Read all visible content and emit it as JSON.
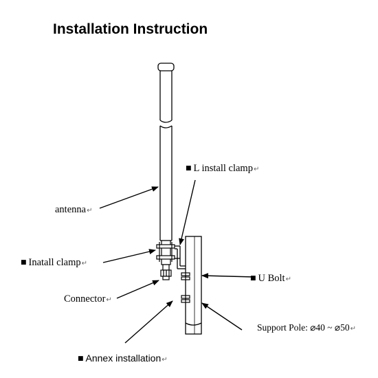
{
  "title": "Installation Instruction",
  "labels": {
    "l_install_clamp": "L install clamp",
    "antenna": "antenna",
    "install_clamp": "Inatall clamp",
    "u_bolt": "U Bolt",
    "connector": "Connector",
    "support_pole": "Support Pole: ⌀40 ~ ⌀50",
    "annex_installation": "Annex installation"
  },
  "bullet_glyph": "■",
  "return_glyph": "↵",
  "stroke_color": "#000000"
}
